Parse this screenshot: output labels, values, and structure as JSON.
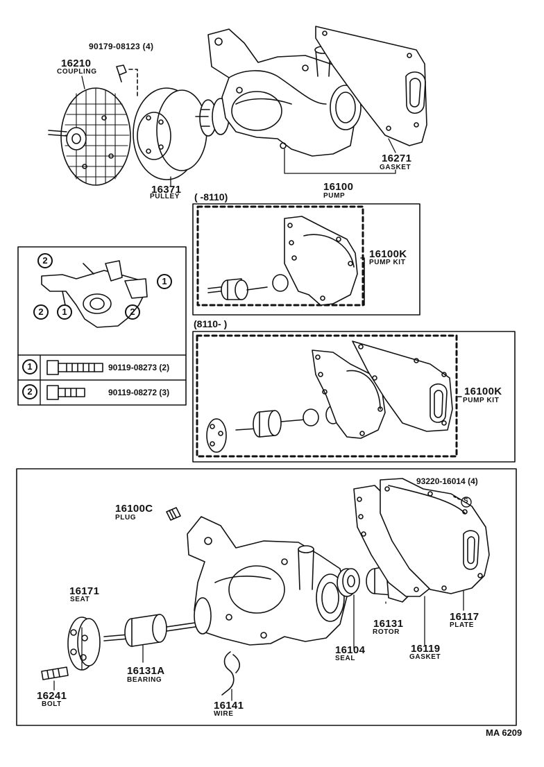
{
  "parts": {
    "bolt_90179": {
      "number": "90179-08123 (4)"
    },
    "coupling": {
      "number": "16210",
      "name": "COUPLING"
    },
    "pulley": {
      "number": "16371",
      "name": "PULLEY"
    },
    "pump": {
      "number": "16100",
      "name": "PUMP"
    },
    "gasket_top": {
      "number": "16271",
      "name": "GASKET"
    },
    "pump_kit_a": {
      "number": "16100K",
      "name": "PUMP KIT",
      "range": "(      -8110)"
    },
    "pump_kit_b": {
      "number": "16100K",
      "name": "PUMP KIT",
      "range": "(8110-        )"
    },
    "plug": {
      "number": "16100C",
      "name": "PLUG"
    },
    "stud_93220": {
      "number": "93220-16014 (4)",
      "symbol": "S"
    },
    "seat": {
      "number": "16171",
      "name": "SEAT"
    },
    "bearing": {
      "number": "16131A",
      "name": "BEARING"
    },
    "wire": {
      "number": "16141",
      "name": "WIRE"
    },
    "seal": {
      "number": "16104",
      "name": "SEAL"
    },
    "rotor": {
      "number": "16131",
      "name": "ROTOR"
    },
    "gasket_bottom": {
      "number": "16119",
      "name": "GASKET"
    },
    "plate": {
      "number": "16117",
      "name": "PLATE"
    },
    "bolt_bottom": {
      "number": "16241",
      "name": "BOLT"
    }
  },
  "bolt_table": {
    "rows": [
      {
        "key": "1",
        "part": "90119-08273 (2)"
      },
      {
        "key": "2",
        "part": "90119-08272 (3)"
      }
    ]
  },
  "callouts": {
    "one": "1",
    "two": "2"
  },
  "footer": {
    "code": "MA 6209"
  }
}
